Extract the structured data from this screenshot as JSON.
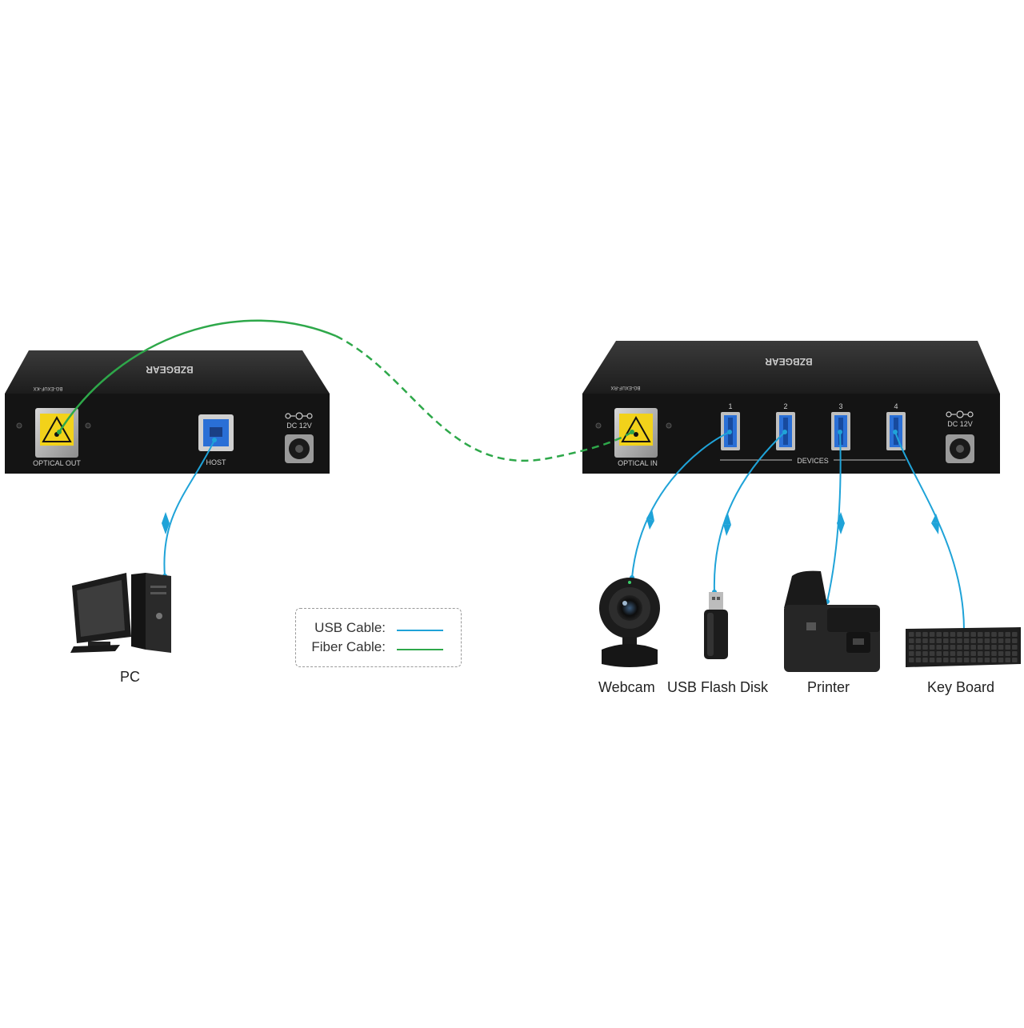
{
  "transmitter": {
    "brand": "BZBGEAR",
    "model": "BG-EXUF-KX",
    "optical_port_label": "OPTICAL OUT",
    "host_port_label": "HOST",
    "power_label": "DC 12V"
  },
  "receiver": {
    "brand": "BZBGEAR",
    "model": "BG-EXUF-RX",
    "optical_port_label": "OPTICAL IN",
    "devices_label": "DEVICES",
    "port_numbers": [
      "1",
      "2",
      "3",
      "4"
    ],
    "power_label": "DC 12V"
  },
  "peripherals": {
    "pc": "PC",
    "webcam": "Webcam",
    "flash_disk": "USB Flash Disk",
    "printer": "Printer",
    "keyboard": "Key Board"
  },
  "legend": {
    "usb_label": "USB Cable:",
    "fiber_label": "Fiber Cable:",
    "usb_color": "#1fa3d8",
    "fiber_color": "#2ea84a"
  },
  "colors": {
    "chassis": "#141414",
    "chassis_top": "#2b2b2b",
    "usb_port": "#2a6fd6",
    "warning_yellow": "#f2d21a"
  }
}
